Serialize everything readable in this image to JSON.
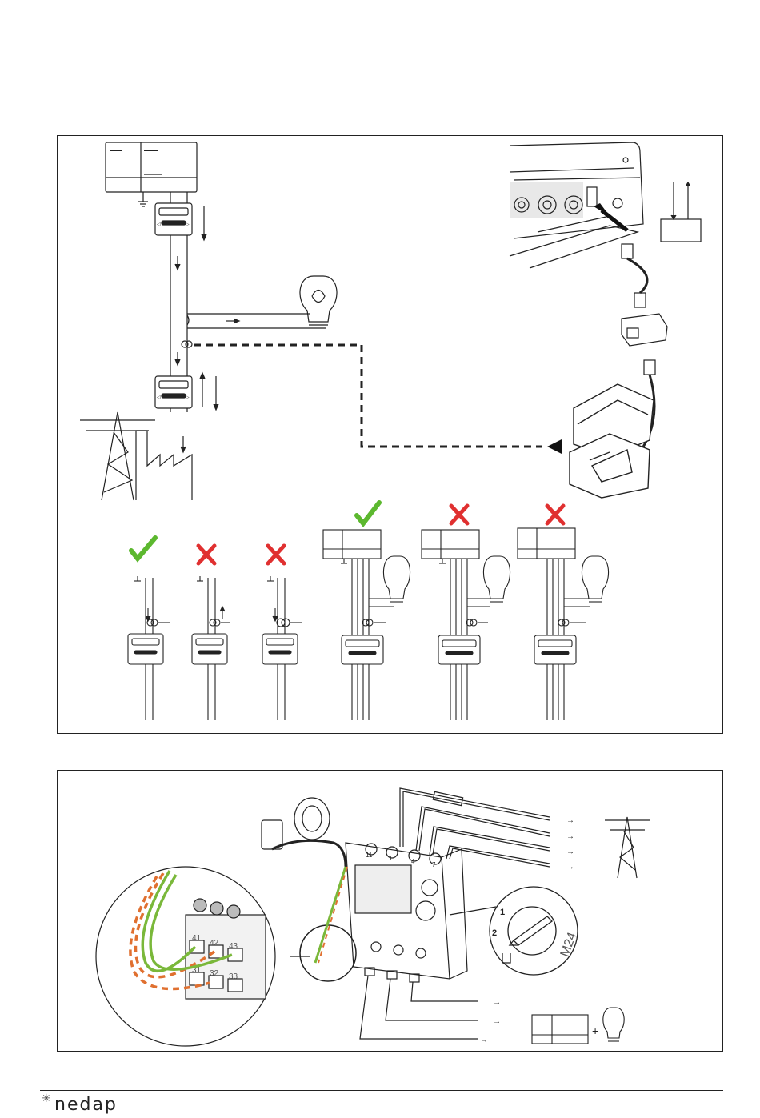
{
  "brand": {
    "name": "nedap",
    "mark": "✳"
  },
  "top_panel": {
    "checks": [
      {
        "id": "single-phase-correct",
        "status": "correct",
        "color": "#5cb82f"
      },
      {
        "id": "single-phase-reversed",
        "status": "wrong",
        "color": "#e03030"
      },
      {
        "id": "single-phase-both",
        "status": "wrong",
        "color": "#e03030"
      },
      {
        "id": "three-phase-correct",
        "status": "correct",
        "color": "#5cb82f"
      },
      {
        "id": "three-phase-wrong-a",
        "status": "wrong",
        "color": "#e03030"
      },
      {
        "id": "three-phase-wrong-b",
        "status": "wrong",
        "color": "#e03030"
      }
    ]
  },
  "bottom_panel": {
    "terminal_numbers_top": [
      "1",
      "4",
      "7",
      "11"
    ],
    "terminal_numbers_zoom": [
      "41",
      "42",
      "43",
      "31",
      "32",
      "33"
    ],
    "selector_numbers": [
      "1",
      "2"
    ],
    "selector_label": "M24",
    "plus_sign": "+",
    "wire_colors": {
      "green": "#7ab83a",
      "orange": "#e07030"
    }
  }
}
